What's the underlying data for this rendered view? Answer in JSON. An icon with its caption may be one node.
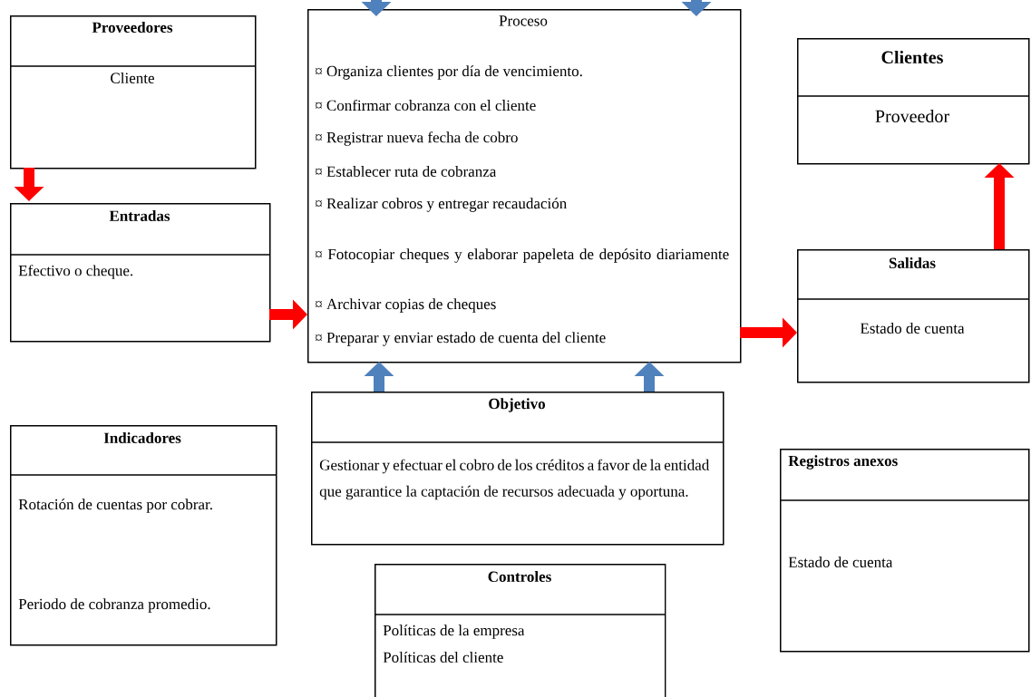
{
  "diagram": {
    "nodes": [
      {
        "text": [
          "Proveedores",
          "Cliente"
        ]
      },
      {
        "text": [
          "Proceso",
          "¤  Organiza clientes por día de vencimiento.",
          "¤ Confirmar cobranza con el cliente",
          "¤ Registrar nueva fecha de cobro",
          "¤ Establecer ruta de cobranza",
          "¤ Realizar cobros y entregar recaudación",
          "¤ Fotocopiar cheques y elaborar papeleta de depósito diariamente",
          "¤ Archivar copias de cheques",
          "¤ Preparar y enviar estado de cuenta del cliente"
        ]
      },
      {
        "text": [
          "Clientes",
          "Proveedor"
        ]
      },
      {
        "text": [
          "Entradas",
          "Efectivo o cheque."
        ]
      },
      {
        "text": [
          "Salidas",
          "Estado de cuenta"
        ]
      },
      {
        "text": [
          "Objetivo",
          "Gestionar y efectuar el cobro de los créditos a favor de la entidad que garantice la captación de recursos adecuada y oportuna."
        ]
      },
      {
        "text": [
          "Indicadores",
          "Rotación de cuentas por cobrar.",
          "Periodo de cobranza promedio."
        ]
      },
      {
        "text": [
          "Registros anexos",
          "Estado de cuenta"
        ]
      },
      {
        "text": [
          "Controles",
          "Políticas de la empresa",
          "Políticas del cliente"
        ]
      }
    ],
    "edges": [
      {
        "from": 0,
        "to": 3,
        "arrow": "to",
        "color": "#ff0000"
      },
      {
        "from": 3,
        "to": 1,
        "arrow": "to",
        "color": "#ff0000"
      },
      {
        "from": 1,
        "to": 4,
        "arrow": "to",
        "color": "#ff0000"
      },
      {
        "from": 4,
        "to": 2,
        "arrow": "to",
        "color": "#ff0000"
      },
      {
        "from": 5,
        "to": 1,
        "arrow": "to",
        "color": "#4f81bd"
      },
      {
        "from": 5,
        "to": 1,
        "arrow": "to",
        "color": "#4f81bd"
      },
      {
        "from": null,
        "to": 1,
        "arrow": "to",
        "color": "#4f81bd"
      },
      {
        "from": null,
        "to": 1,
        "arrow": "to",
        "color": "#4f81bd"
      }
    ]
  }
}
